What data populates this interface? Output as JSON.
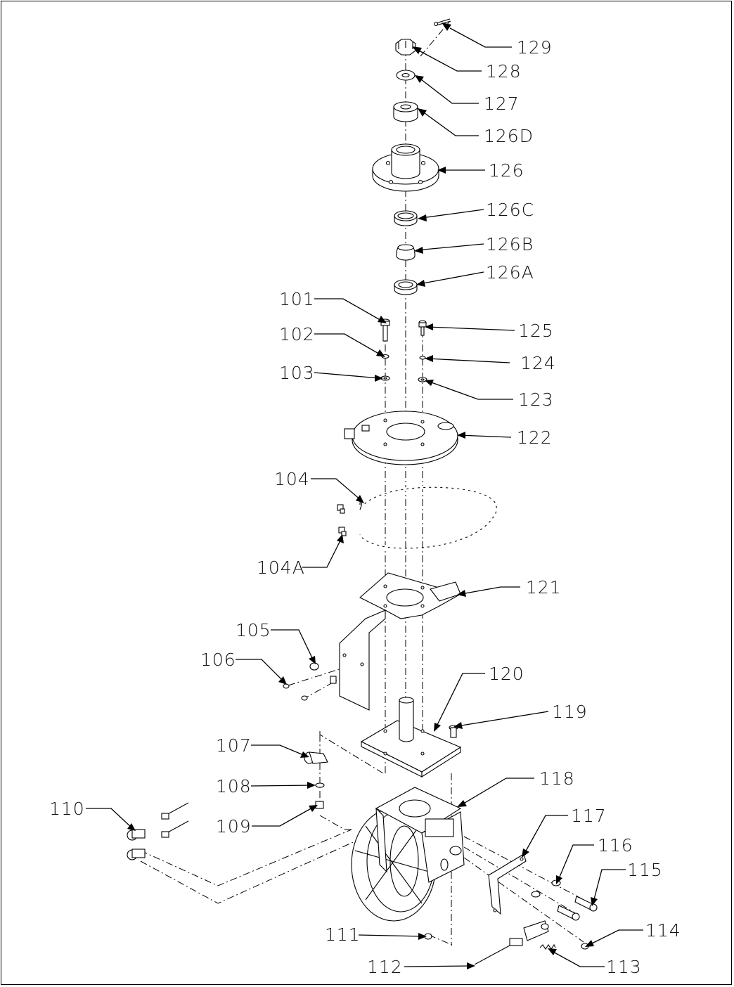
{
  "callouts": [
    {
      "id": "c129",
      "text": "129"
    },
    {
      "id": "c128",
      "text": "128"
    },
    {
      "id": "c127",
      "text": "127"
    },
    {
      "id": "c126D",
      "text": "126D"
    },
    {
      "id": "c126",
      "text": "126"
    },
    {
      "id": "c126C",
      "text": "126C"
    },
    {
      "id": "c126B",
      "text": "126B"
    },
    {
      "id": "c126A",
      "text": "126A"
    },
    {
      "id": "c101",
      "text": "101"
    },
    {
      "id": "c125",
      "text": "125"
    },
    {
      "id": "c102",
      "text": "102"
    },
    {
      "id": "c124",
      "text": "124"
    },
    {
      "id": "c103",
      "text": "103"
    },
    {
      "id": "c123",
      "text": "123"
    },
    {
      "id": "c122",
      "text": "122"
    },
    {
      "id": "c104",
      "text": "104"
    },
    {
      "id": "c104A",
      "text": "104A"
    },
    {
      "id": "c121",
      "text": "121"
    },
    {
      "id": "c105",
      "text": "105"
    },
    {
      "id": "c106",
      "text": "106"
    },
    {
      "id": "c120",
      "text": "120"
    },
    {
      "id": "c119",
      "text": "119"
    },
    {
      "id": "c107",
      "text": "107"
    },
    {
      "id": "c118",
      "text": "118"
    },
    {
      "id": "c108",
      "text": "108"
    },
    {
      "id": "c110",
      "text": "110"
    },
    {
      "id": "c109",
      "text": "109"
    },
    {
      "id": "c117",
      "text": "117"
    },
    {
      "id": "c116",
      "text": "116"
    },
    {
      "id": "c115",
      "text": "115"
    },
    {
      "id": "c114",
      "text": "114"
    },
    {
      "id": "c111",
      "text": "111"
    },
    {
      "id": "c113",
      "text": "113"
    },
    {
      "id": "c112",
      "text": "112"
    }
  ]
}
